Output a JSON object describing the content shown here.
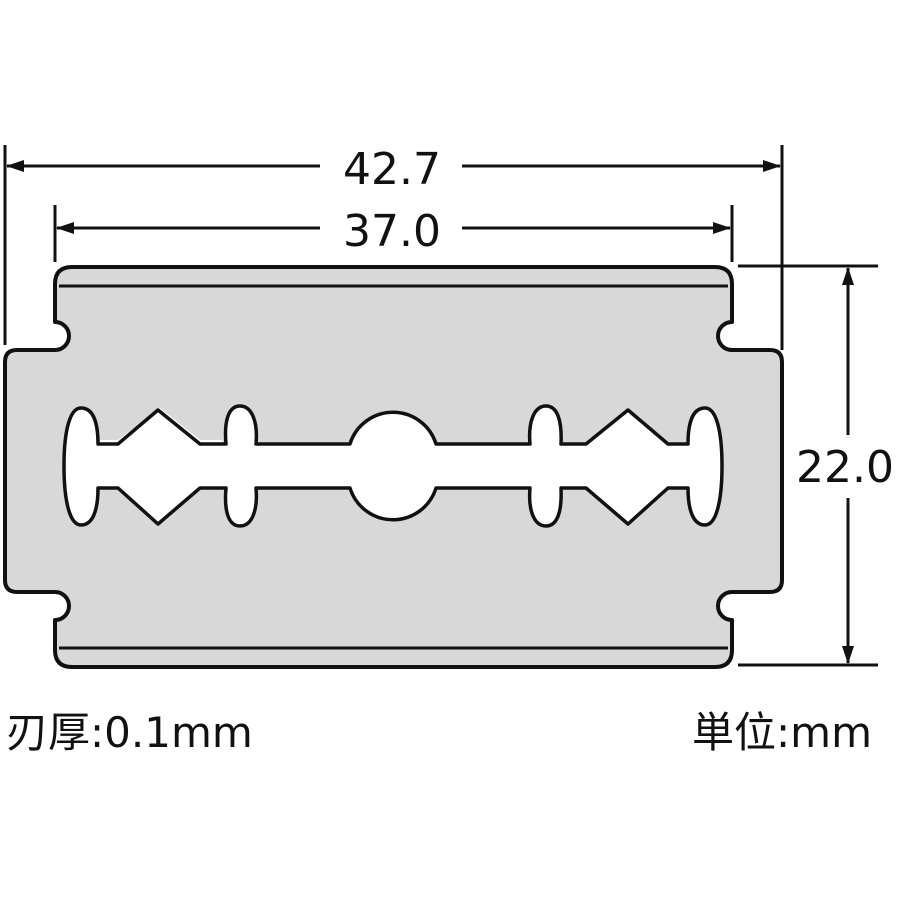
{
  "dimensions": {
    "overall_width": "42.7",
    "inner_width": "37.0",
    "height": "22.0"
  },
  "notes": {
    "thickness_label": "刃厚:0.1mm",
    "unit_label": "単位:mm"
  },
  "colors": {
    "blade_fill": "#d8d8d8",
    "outline": "#111111",
    "background": "#ffffff"
  }
}
